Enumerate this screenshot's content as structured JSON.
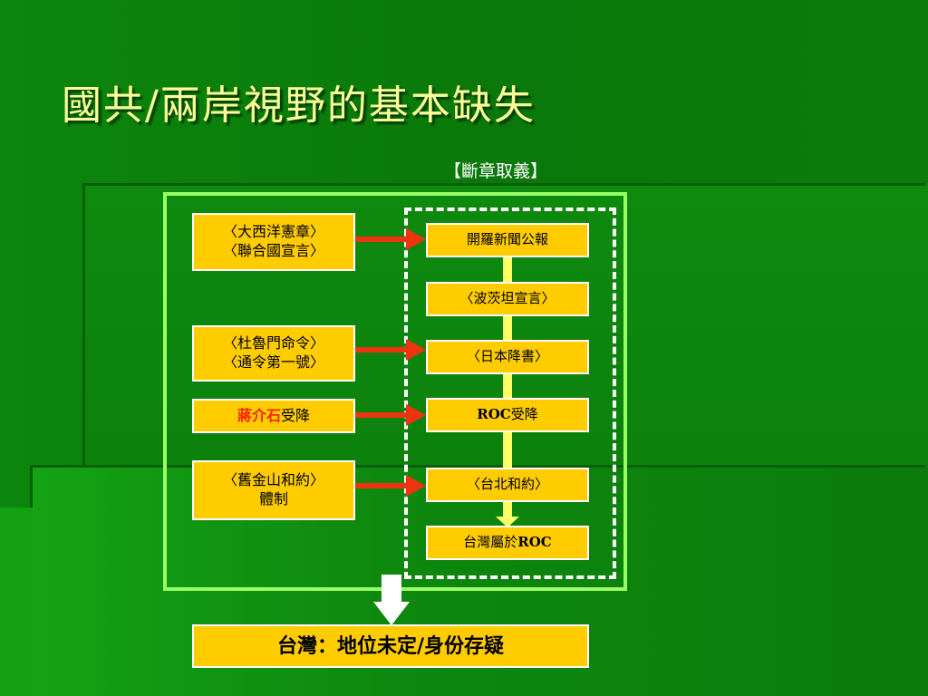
{
  "title": "國共/兩岸視野的基本缺失",
  "subtitle": "【斷章取義】",
  "left_items": [
    {
      "line1": "〈大西洋憲章〉",
      "line2": "〈聯合國宣言〉"
    },
    {
      "line1": "〈杜魯門命令〉",
      "line2": "〈通令第一號〉"
    },
    {
      "name_highlight": "蔣介石",
      "suffix": "受降"
    },
    {
      "line1": "〈舊金山和約〉",
      "line2": "體制"
    }
  ],
  "right_items": [
    {
      "label": "開羅新聞公報"
    },
    {
      "label": "〈波茨坦宣言〉"
    },
    {
      "label": "〈日本降書〉"
    },
    {
      "bold": "ROC",
      "text": "受降"
    },
    {
      "label": "〈台北和約〉"
    },
    {
      "text": "台灣屬於",
      "bold": "ROC"
    }
  ],
  "conclusion": "台灣：地位未定/身份存疑",
  "colors": {
    "background": "#0a7a0a",
    "box_fill": "#ffcc00",
    "frame": "#99ff66",
    "arrow_red": "#ee3311",
    "arrow_yellow": "#ffff66",
    "title_text": "#ffff99"
  }
}
